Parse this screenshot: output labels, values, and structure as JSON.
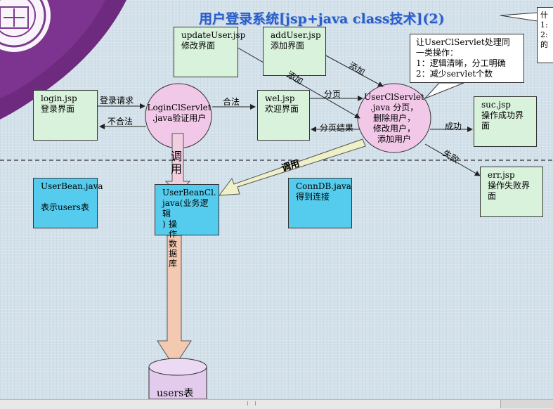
{
  "title": "用户登录系统[jsp+java class技术](2)",
  "boxes": {
    "update_user": "updateUser.jsp\n修改界面",
    "add_user": "addUser.jsp\n添加界面",
    "login": "login.jsp\n登录界面",
    "wel": "wel.jsp\n欢迎界面",
    "suc": "suc.jsp\n操作成功界面",
    "err": "err.jsp\n操作失败界面",
    "userbean": "UserBean.java\n\n表示users表",
    "userbeancl": "UserBeanCl.\njava(业务逻辑\n)",
    "conndb": "ConnDB.java\n得到连接"
  },
  "ellipses": {
    "login_servlet": "LoginClServlet\n.java验证用户",
    "user_servlet": "UserClServlet\n.java 分页，\n删除用户，\n修改用户，\n添加用户"
  },
  "callout": "让UserClServlet处理同\n一类操作：\n1：逻辑清晰，分工明确\n2：减少servlet个数",
  "right_callout": "什\n1:\n2:\n的",
  "edge_labels": {
    "login_request": "登录请求",
    "invalid": "不合法",
    "valid": "合法",
    "page": "分页",
    "page_result": "分页结果",
    "success": "成功",
    "fail": "失败",
    "add1": "添加",
    "add2": "添加",
    "call1": "调\n用",
    "call2": "调用",
    "db_ops": "操\n作\n数\n据\n库"
  },
  "database": "users表"
}
